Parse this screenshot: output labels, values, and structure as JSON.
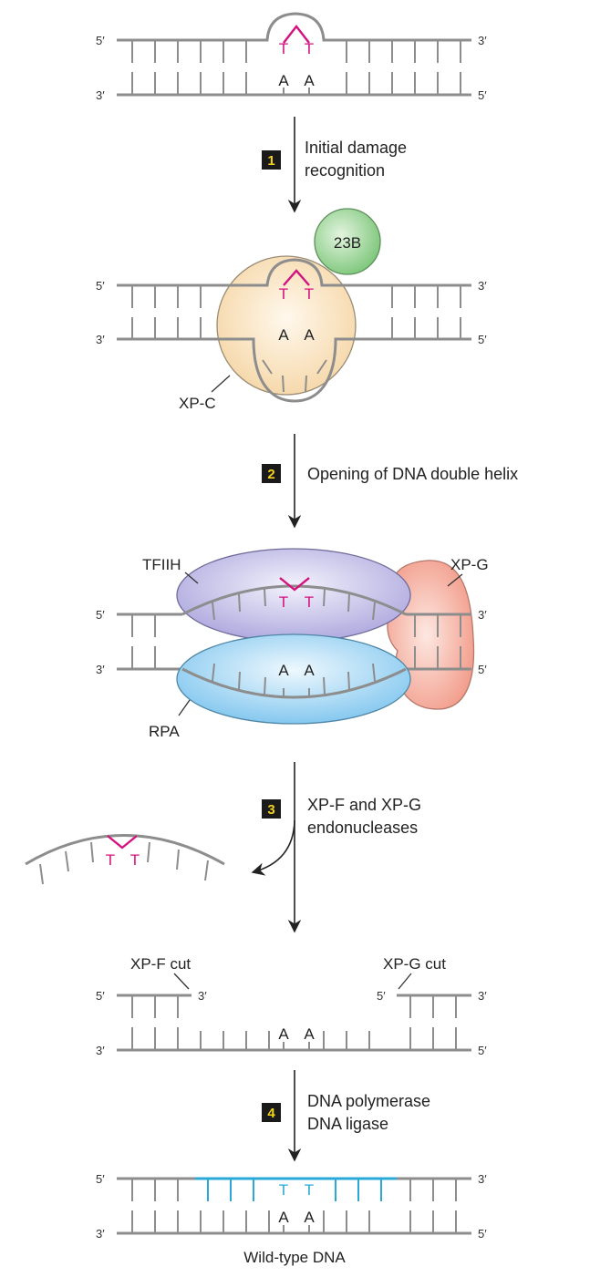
{
  "ends": {
    "five": "5′",
    "three": "3′"
  },
  "bases": {
    "t": "T",
    "a": "A"
  },
  "steps": [
    {
      "number": "1",
      "lines": [
        "Initial damage",
        "recognition"
      ]
    },
    {
      "number": "2",
      "lines": [
        "Opening of DNA double helix"
      ]
    },
    {
      "number": "3",
      "lines": [
        "XP-F and XP-G",
        "endonucleases"
      ]
    },
    {
      "number": "4",
      "lines": [
        "DNA polymerase",
        "DNA ligase"
      ]
    }
  ],
  "proteins": {
    "p23b": "23B",
    "xpc": "XP-C",
    "tfiih": "TFIIH",
    "xpg": "XP-G",
    "rpa": "RPA"
  },
  "cuts": {
    "xpf": "XP-F cut",
    "xpg": "XP-G cut"
  },
  "footer": "Wild-type DNA",
  "colors": {
    "strand": "#8d8d8d",
    "thymine_dimer": "#d4127e",
    "new_dna": "#2aa9d9",
    "step_box": "#1a1a1a",
    "step_number": "#f2d21b",
    "p23b_fill": "#8fd08a",
    "xpc_fill": "#f8dcb0",
    "tfiih_fill": "#b6b2e3",
    "xpg_fill": "#f4a797",
    "rpa_fill": "#8ccdf2"
  }
}
